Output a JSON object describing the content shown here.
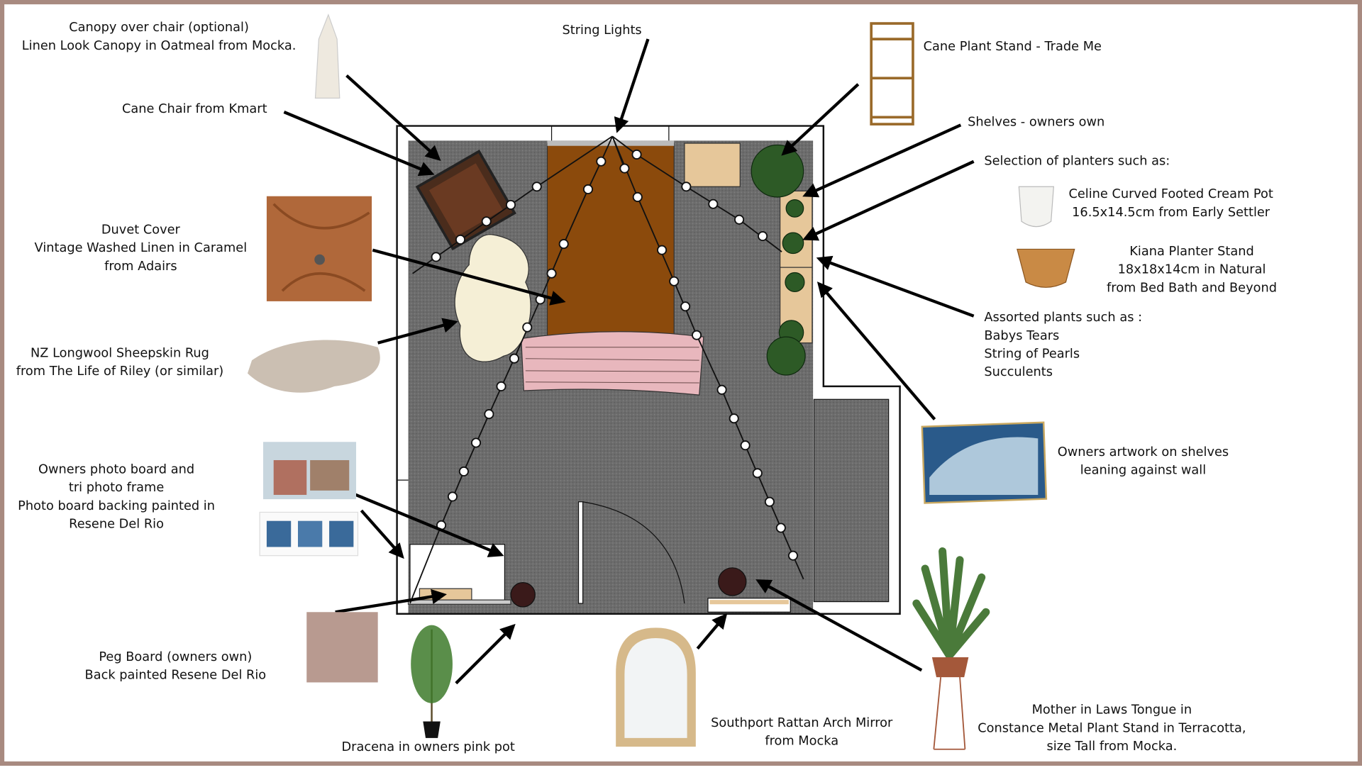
{
  "colors": {
    "border": "#a88a80",
    "carpet": "#6e6e6e",
    "bed": "#8b4a0c",
    "blanket": "#e8b7bd",
    "pegboard_paint": "#b89a90",
    "shelf_wood": "#e6c79a"
  },
  "labels": {
    "canopy": [
      "Canopy over chair (optional)",
      "Linen Look Canopy in  Oatmeal from Mocka."
    ],
    "cane_chair": [
      "Cane Chair from Kmart"
    ],
    "string_lights": [
      "String Lights"
    ],
    "cane_plant_stand": [
      "Cane Plant Stand - Trade Me"
    ],
    "shelves": [
      "Shelves - owners own"
    ],
    "planters_intro": [
      "Selection of planters such as:"
    ],
    "celine_pot": [
      "Celine Curved Footed Cream Pot",
      "16.5x14.5cm from Early Settler"
    ],
    "kiana_stand": [
      "Kiana Planter Stand",
      "18x18x14cm in Natural",
      "from Bed Bath and Beyond"
    ],
    "plants": [
      "Assorted plants such as :",
      "Babys Tears",
      "String of Pearls",
      "Succulents"
    ],
    "duvet": [
      "Duvet Cover",
      "Vintage Washed Linen in Caramel",
      "from Adairs"
    ],
    "sheepskin": [
      "NZ Longwool Sheepskin Rug",
      "from The Life of Riley (or similar)"
    ],
    "photo_board": [
      "Owners photo board and",
      "tri photo frame",
      "Photo board backing painted in",
      "Resene Del Rio"
    ],
    "artwork": [
      "Owners artwork on shelves",
      "leaning against wall"
    ],
    "peg_board": [
      "Peg Board (owners own)",
      "Back painted Resene Del Rio"
    ],
    "dracena": [
      "Dracena in owners pink pot"
    ],
    "mirror": [
      "Southport Rattan Arch Mirror",
      "from Mocka"
    ],
    "mother_in_law": [
      "Mother in Laws Tongue in",
      "Constance Metal Plant Stand in Terracotta,",
      "size Tall from Mocka."
    ]
  }
}
